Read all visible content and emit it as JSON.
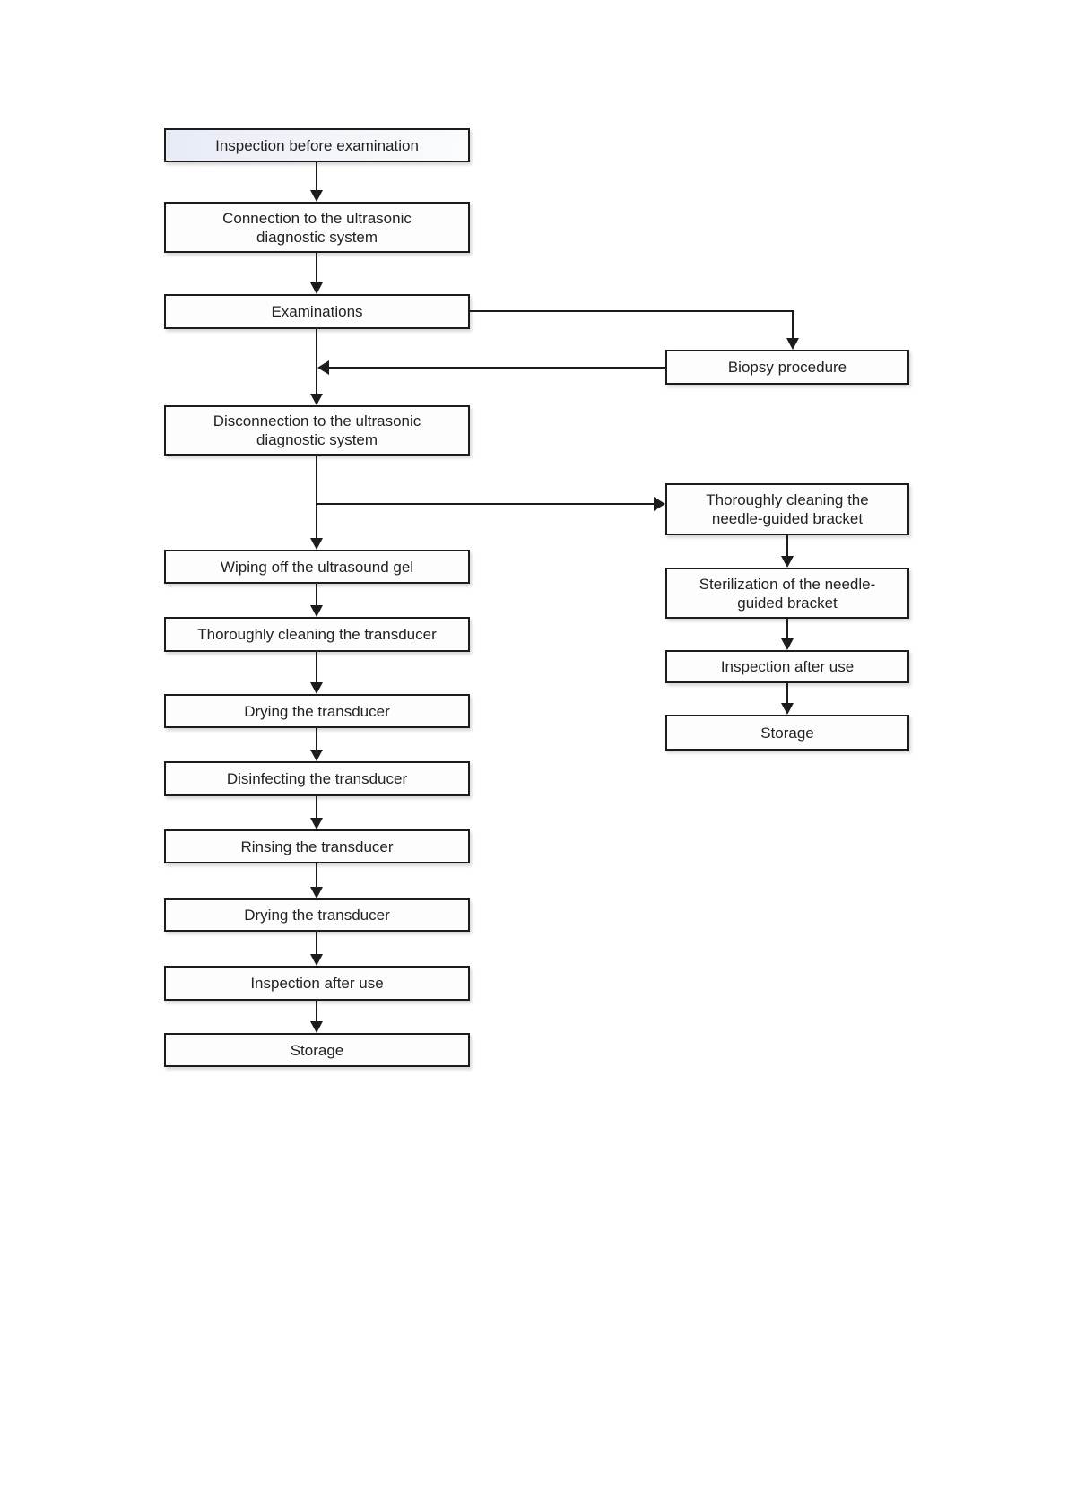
{
  "diagram_type": "flowchart",
  "colors": {
    "background": "#ffffff",
    "line": "#1c1c1c",
    "box_border": "#1c1c1c",
    "box_fill": "#fdfdfd",
    "first_box_fill": "#e7ebf4",
    "text": "#222222"
  },
  "nodes": [
    {
      "id": "inspection-before-examination",
      "label": "Inspection before examination"
    },
    {
      "id": "connection-to-ultrasonic-system",
      "label": "Connection to the ultrasonic\ndiagnostic system"
    },
    {
      "id": "examinations",
      "label": "Examinations"
    },
    {
      "id": "biopsy-procedure",
      "label": "Biopsy procedure"
    },
    {
      "id": "disconnection-to-ultrasonic-system",
      "label": "Disconnection to the ultrasonic\ndiagnostic system"
    },
    {
      "id": "wiping-off-ultrasound-gel",
      "label": "Wiping off the ultrasound gel"
    },
    {
      "id": "thoroughly-cleaning-transducer",
      "label": "Thoroughly cleaning the transducer"
    },
    {
      "id": "drying-transducer-1",
      "label": "Drying the transducer"
    },
    {
      "id": "disinfecting-transducer",
      "label": "Disinfecting the transducer"
    },
    {
      "id": "rinsing-transducer",
      "label": "Rinsing the transducer"
    },
    {
      "id": "drying-transducer-2",
      "label": "Drying the transducer"
    },
    {
      "id": "inspection-after-use-left",
      "label": "Inspection after use"
    },
    {
      "id": "storage-left",
      "label": "Storage"
    },
    {
      "id": "thoroughly-cleaning-needle-guided-bracket",
      "label": "Thoroughly cleaning the\nneedle-guided bracket"
    },
    {
      "id": "sterilization-needle-guided-bracket",
      "label": "Sterilization of the needle-\nguided bracket"
    },
    {
      "id": "inspection-after-use-right",
      "label": "Inspection after use"
    },
    {
      "id": "storage-right",
      "label": "Storage"
    }
  ]
}
